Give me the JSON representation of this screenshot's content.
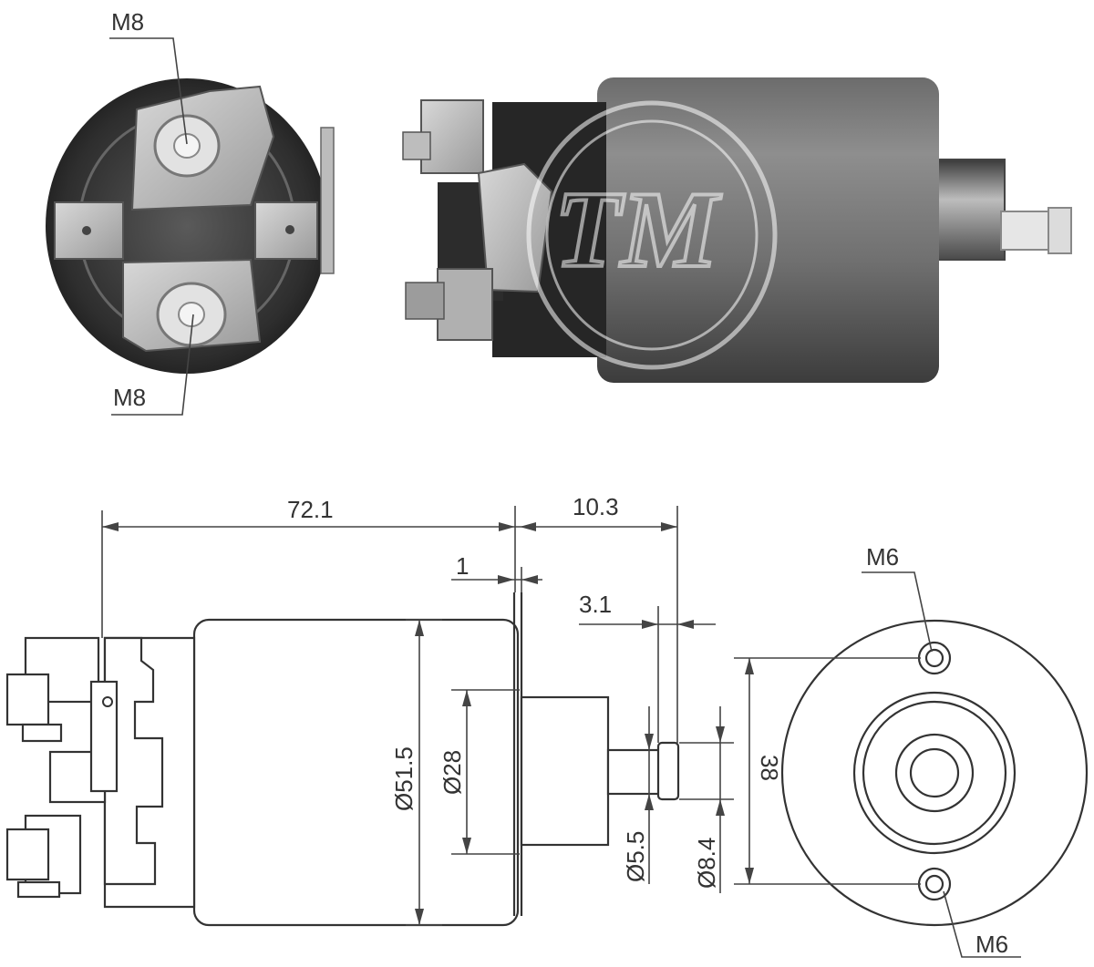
{
  "photo_end": {
    "thread_top": "M8",
    "thread_bottom": "M8"
  },
  "watermark": "TM",
  "drawing": {
    "overall_length": "72.1",
    "plunger_travel": "10.3",
    "flange_thickness": "1",
    "tip_length": "3.1",
    "body_diameter": "Ø51.5",
    "nose_diameter": "Ø28",
    "shaft_diameter": "Ø5.5",
    "tip_diameter": "Ø8.4",
    "hole_spacing": "38",
    "hole_thread_top": "M6",
    "hole_thread_bottom": "M6"
  },
  "colors": {
    "metal_dark": "#4a4a4a",
    "metal_mid": "#7a7a7a",
    "metal_light": "#c8c8c8",
    "line": "#333333"
  }
}
